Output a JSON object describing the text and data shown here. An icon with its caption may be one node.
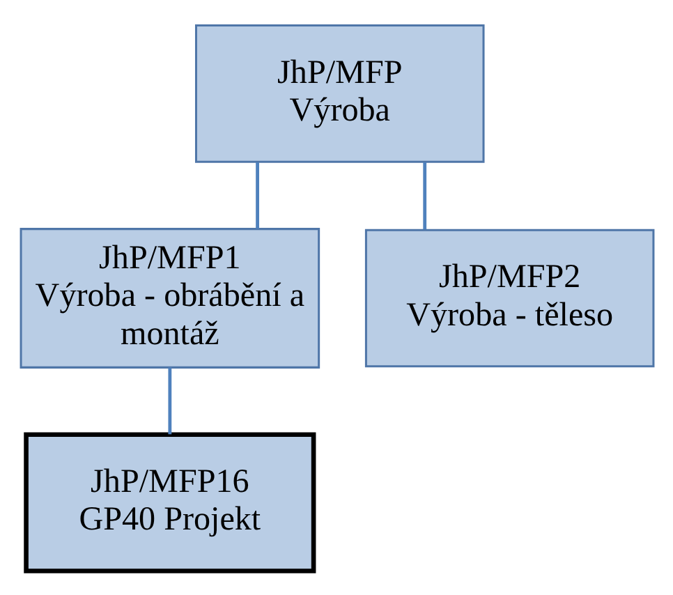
{
  "diagram": {
    "nodes": [
      {
        "text": [
          "JhP/MFP",
          "Výroba"
        ]
      },
      {
        "text": [
          "JhP/MFP1",
          "Výroba - obrábění a montáž"
        ]
      },
      {
        "text": [
          "JhP/MFP2",
          "Výroba - těleso"
        ]
      },
      {
        "text": [
          "JhP/MFP16",
          "GP40 Projekt"
        ]
      }
    ],
    "edges": [
      {
        "from": 0,
        "to": 1,
        "arrow": "none"
      },
      {
        "from": 0,
        "to": 2,
        "arrow": "none"
      },
      {
        "from": 1,
        "to": 3,
        "arrow": "none"
      }
    ]
  }
}
